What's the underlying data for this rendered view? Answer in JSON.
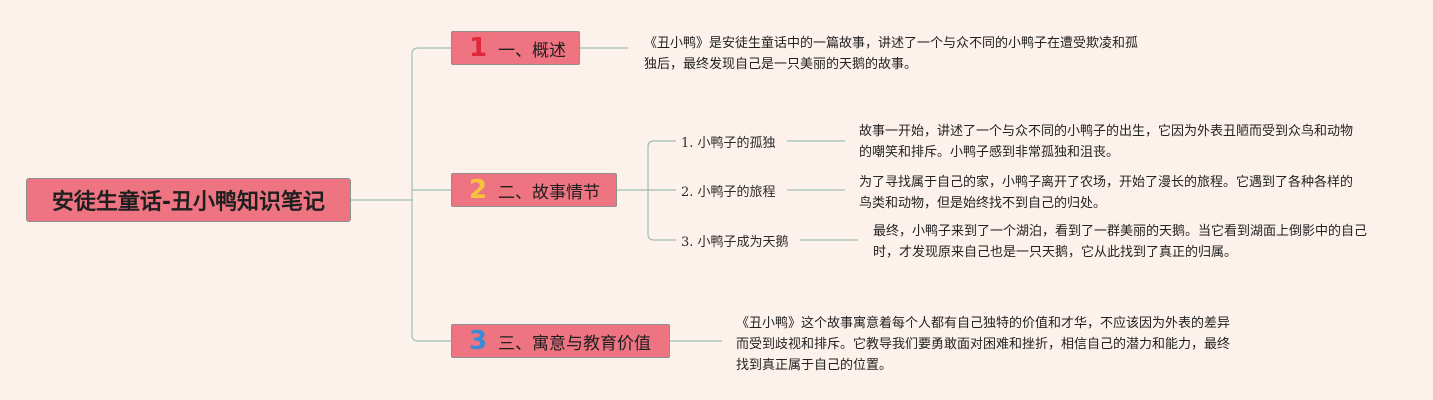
{
  "root": {
    "title": "安徒生童话-丑小鸭知识笔记"
  },
  "branches": [
    {
      "number": "1",
      "number_color": "#e0283a",
      "label": "一、概述",
      "description": "《丑小鸭》是安徒生童话中的一篇故事，讲述了一个与众不同的小鸭子在遭受欺凌和孤独后，最终发现自己是一只美丽的天鹅的故事。"
    },
    {
      "number": "2",
      "number_color": "#f6c43c",
      "label": "二、故事情节",
      "children": [
        {
          "label": "1. 小鸭子的孤独",
          "description": "故事一开始，讲述了一个与众不同的小鸭子的出生，它因为外表丑陋而受到众鸟和动物的嘲笑和排斥。小鸭子感到非常孤独和沮丧。"
        },
        {
          "label": "2. 小鸭子的旅程",
          "description": "为了寻找属于自己的家，小鸭子离开了农场，开始了漫长的旅程。它遇到了各种各样的鸟类和动物，但是始终找不到自己的归处。"
        },
        {
          "label": "3. 小鸭子成为天鹅",
          "description": "最终，小鸭子来到了一个湖泊，看到了一群美丽的天鹅。当它看到湖面上倒影中的自己时，才发现原来自己也是一只天鹅，它从此找到了真正的归属。"
        }
      ]
    },
    {
      "number": "3",
      "number_color": "#3a8ad4",
      "label": "三、寓意与教育价值",
      "description": "《丑小鸭》这个故事寓意着每个人都有自己独特的价值和才华，不应该因为外表的差异而受到歧视和排斥。它教导我们要勇敢面对困难和挫折，相信自己的潜力和能力，最终找到真正属于自己的位置。"
    }
  ]
}
